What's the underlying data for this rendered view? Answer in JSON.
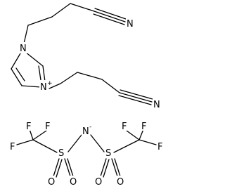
{
  "molecule": {
    "cation": {
      "atoms": {
        "n1": "N",
        "n3": "N",
        "n3_charge": "+",
        "cn_top_n": "N",
        "cn_bottom_n": "N"
      }
    },
    "anion": {
      "atoms": {
        "f_left_top": "F",
        "f_left_top2": "F",
        "f_left": "F",
        "s_left": "S",
        "o_left_a": "O",
        "o_left_b": "O",
        "n_center": "N",
        "n_charge": "-",
        "s_right": "S",
        "o_right_a": "O",
        "o_right_b": "O",
        "f_right_top": "F",
        "f_right_top2": "F",
        "f_right": "F"
      }
    }
  }
}
